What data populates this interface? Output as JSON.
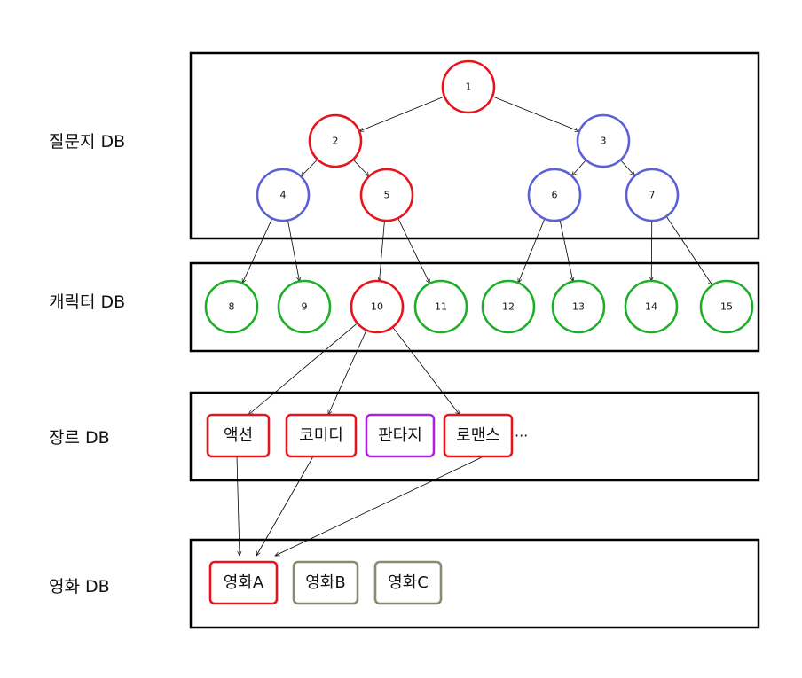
{
  "colors": {
    "selected": "#e8141c",
    "question": "#5a60d6",
    "character": "#1fae2a",
    "genre_other": "#b020e0",
    "movie_other": "#8a8a72"
  },
  "layers": {
    "question": {
      "label": "질문지 DB"
    },
    "character": {
      "label": "캐릭터 DB"
    },
    "genre": {
      "label": "장르 DB",
      "more": "···"
    },
    "movie": {
      "label": "영화 DB"
    }
  },
  "question_nodes": [
    {
      "id": "1",
      "label": "1",
      "state": "selected"
    },
    {
      "id": "2",
      "label": "2",
      "state": "selected"
    },
    {
      "id": "3",
      "label": "3",
      "state": "question"
    },
    {
      "id": "4",
      "label": "4",
      "state": "question"
    },
    {
      "id": "5",
      "label": "5",
      "state": "selected"
    },
    {
      "id": "6",
      "label": "6",
      "state": "question"
    },
    {
      "id": "7",
      "label": "7",
      "state": "question"
    }
  ],
  "character_nodes": [
    {
      "id": "8",
      "label": "8",
      "state": "character"
    },
    {
      "id": "9",
      "label": "9",
      "state": "character"
    },
    {
      "id": "10",
      "label": "10",
      "state": "selected"
    },
    {
      "id": "11",
      "label": "11",
      "state": "character"
    },
    {
      "id": "12",
      "label": "12",
      "state": "character"
    },
    {
      "id": "13",
      "label": "13",
      "state": "character"
    },
    {
      "id": "14",
      "label": "14",
      "state": "character"
    },
    {
      "id": "15",
      "label": "15",
      "state": "character"
    }
  ],
  "genres": [
    {
      "id": "action",
      "label": "액션",
      "state": "selected"
    },
    {
      "id": "comedy",
      "label": "코미디",
      "state": "selected"
    },
    {
      "id": "fantasy",
      "label": "판타지",
      "state": "genre_other"
    },
    {
      "id": "romance",
      "label": "로맨스",
      "state": "selected"
    }
  ],
  "movies": [
    {
      "id": "movieA",
      "label": "영화A",
      "state": "selected"
    },
    {
      "id": "movieB",
      "label": "영화B",
      "state": "movie_other"
    },
    {
      "id": "movieC",
      "label": "영화C",
      "state": "movie_other"
    }
  ],
  "edges": [
    [
      "1",
      "2"
    ],
    [
      "1",
      "3"
    ],
    [
      "2",
      "4"
    ],
    [
      "2",
      "5"
    ],
    [
      "3",
      "6"
    ],
    [
      "3",
      "7"
    ],
    [
      "4",
      "8"
    ],
    [
      "4",
      "9"
    ],
    [
      "5",
      "10"
    ],
    [
      "5",
      "11"
    ],
    [
      "6",
      "12"
    ],
    [
      "6",
      "13"
    ],
    [
      "7",
      "14"
    ],
    [
      "7",
      "15"
    ],
    [
      "10",
      "action"
    ],
    [
      "10",
      "comedy"
    ],
    [
      "10",
      "romance"
    ],
    [
      "action",
      "movieA"
    ],
    [
      "comedy",
      "movieA"
    ],
    [
      "romance",
      "movieA"
    ]
  ]
}
